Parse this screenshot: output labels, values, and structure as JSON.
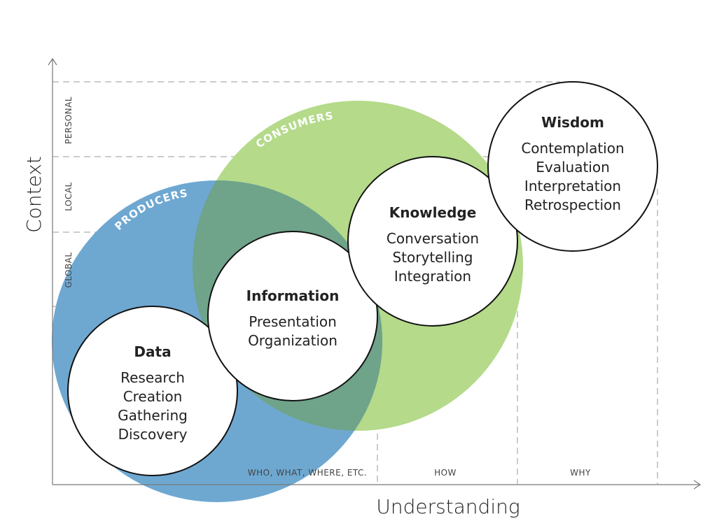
{
  "axes": {
    "y_label": "Context",
    "x_label": "Understanding"
  },
  "context_bands": [
    "PERSONAL",
    "LOCAL",
    "GLOBAL"
  ],
  "understanding_bands": [
    "WHO, WHAT, WHERE, ETC.",
    "HOW",
    "WHY"
  ],
  "groups": [
    {
      "label": "PRODUCERS",
      "color": "#6ea8d1"
    },
    {
      "label": "CONSUMERS",
      "color": "#b4da8a"
    }
  ],
  "nodes": [
    {
      "title": "Data",
      "items": [
        "Research",
        "Creation",
        "Gathering",
        "Discovery"
      ]
    },
    {
      "title": "Information",
      "items": [
        "Presentation",
        "Organization"
      ]
    },
    {
      "title": "Knowledge",
      "items": [
        "Conversation",
        "Storytelling",
        "Integration"
      ]
    },
    {
      "title": "Wisdom",
      "items": [
        "Contemplation",
        "Evaluation",
        "Interpretation",
        "Retrospection"
      ]
    }
  ],
  "colors": {
    "overlap": "#6fa38a",
    "circle_stroke": "#111111"
  }
}
